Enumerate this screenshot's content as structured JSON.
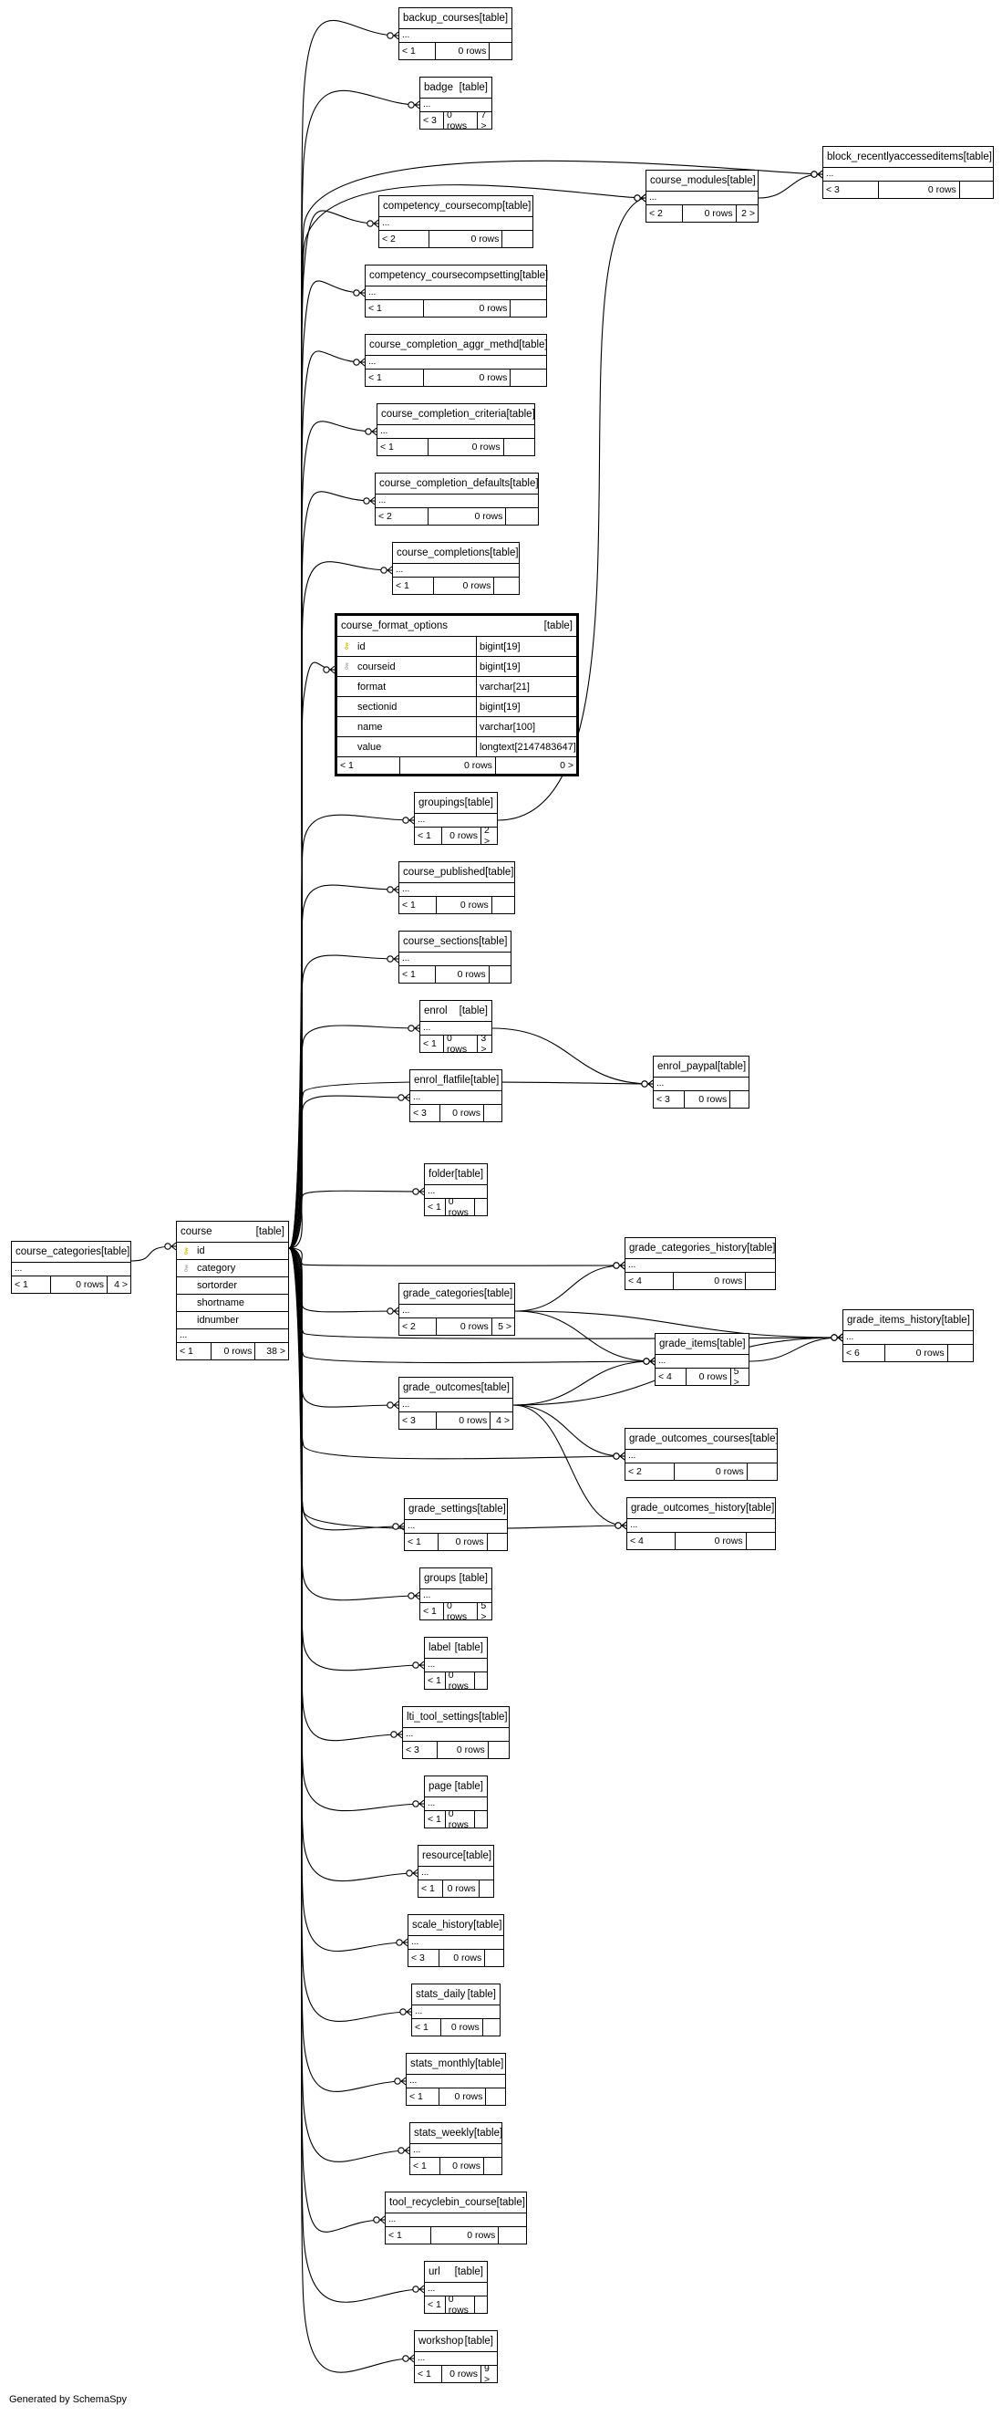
{
  "diagram": {
    "tables": [
      {
        "id": "backup_courses",
        "name": "backup_courses",
        "kind": "[table]",
        "left": "< 1",
        "rows": "0 rows",
        "right": ""
      },
      {
        "id": "badge",
        "name": "badge",
        "kind": "[table]",
        "left": "< 3",
        "rows": "0 rows",
        "right": "7 >"
      },
      {
        "id": "block_recentlyaccesseditems",
        "name": "block_recentlyaccesseditems",
        "kind": "[table]",
        "left": "< 3",
        "rows": "0 rows",
        "right": ""
      },
      {
        "id": "course_modules",
        "name": "course_modules",
        "kind": "[table]",
        "left": "< 2",
        "rows": "0 rows",
        "right": "2 >"
      },
      {
        "id": "competency_coursecomp",
        "name": "competency_coursecomp",
        "kind": "[table]",
        "left": "< 2",
        "rows": "0 rows",
        "right": ""
      },
      {
        "id": "competency_coursecompsetting",
        "name": "competency_coursecompsetting",
        "kind": "[table]",
        "left": "< 1",
        "rows": "0 rows",
        "right": ""
      },
      {
        "id": "course_completion_aggr_methd",
        "name": "course_completion_aggr_methd",
        "kind": "[table]",
        "left": "< 1",
        "rows": "0 rows",
        "right": ""
      },
      {
        "id": "course_completion_criteria",
        "name": "course_completion_criteria",
        "kind": "[table]",
        "left": "< 1",
        "rows": "0 rows",
        "right": ""
      },
      {
        "id": "course_completion_defaults",
        "name": "course_completion_defaults",
        "kind": "[table]",
        "left": "< 2",
        "rows": "0 rows",
        "right": ""
      },
      {
        "id": "course_completions",
        "name": "course_completions",
        "kind": "[table]",
        "left": "< 1",
        "rows": "0 rows",
        "right": ""
      },
      {
        "id": "groupings",
        "name": "groupings",
        "kind": "[table]",
        "left": "< 1",
        "rows": "0 rows",
        "right": "2 >"
      },
      {
        "id": "course_published",
        "name": "course_published",
        "kind": "[table]",
        "left": "< 1",
        "rows": "0 rows",
        "right": ""
      },
      {
        "id": "course_sections",
        "name": "course_sections",
        "kind": "[table]",
        "left": "< 1",
        "rows": "0 rows",
        "right": ""
      },
      {
        "id": "enrol",
        "name": "enrol",
        "kind": "[table]",
        "left": "< 1",
        "rows": "0 rows",
        "right": "3 >"
      },
      {
        "id": "enrol_flatfile",
        "name": "enrol_flatfile",
        "kind": "[table]",
        "left": "< 3",
        "rows": "0 rows",
        "right": ""
      },
      {
        "id": "enrol_paypal",
        "name": "enrol_paypal",
        "kind": "[table]",
        "left": "< 3",
        "rows": "0 rows",
        "right": ""
      },
      {
        "id": "folder",
        "name": "folder",
        "kind": "[table]",
        "left": "< 1",
        "rows": "0 rows",
        "right": ""
      },
      {
        "id": "course_categories",
        "name": "course_categories",
        "kind": "[table]",
        "left": "< 1",
        "rows": "0 rows",
        "right": "4 >"
      },
      {
        "id": "grade_categories_history",
        "name": "grade_categories_history",
        "kind": "[table]",
        "left": "< 4",
        "rows": "0 rows",
        "right": ""
      },
      {
        "id": "grade_categories",
        "name": "grade_categories",
        "kind": "[table]",
        "left": "< 2",
        "rows": "0 rows",
        "right": "5 >"
      },
      {
        "id": "grade_items_history",
        "name": "grade_items_history",
        "kind": "[table]",
        "left": "< 6",
        "rows": "0 rows",
        "right": ""
      },
      {
        "id": "grade_items",
        "name": "grade_items",
        "kind": "[table]",
        "left": "< 4",
        "rows": "0 rows",
        "right": "5 >"
      },
      {
        "id": "grade_outcomes",
        "name": "grade_outcomes",
        "kind": "[table]",
        "left": "< 3",
        "rows": "0 rows",
        "right": "4 >"
      },
      {
        "id": "grade_outcomes_courses",
        "name": "grade_outcomes_courses",
        "kind": "[table]",
        "left": "< 2",
        "rows": "0 rows",
        "right": ""
      },
      {
        "id": "grade_outcomes_history",
        "name": "grade_outcomes_history",
        "kind": "[table]",
        "left": "< 4",
        "rows": "0 rows",
        "right": ""
      },
      {
        "id": "grade_settings",
        "name": "grade_settings",
        "kind": "[table]",
        "left": "< 1",
        "rows": "0 rows",
        "right": ""
      },
      {
        "id": "groups",
        "name": "groups",
        "kind": "[table]",
        "left": "< 1",
        "rows": "0 rows",
        "right": "5 >"
      },
      {
        "id": "label",
        "name": "label",
        "kind": "[table]",
        "left": "< 1",
        "rows": "0 rows",
        "right": ""
      },
      {
        "id": "lti_tool_settings",
        "name": "lti_tool_settings",
        "kind": "[table]",
        "left": "< 3",
        "rows": "0 rows",
        "right": ""
      },
      {
        "id": "page",
        "name": "page",
        "kind": "[table]",
        "left": "< 1",
        "rows": "0 rows",
        "right": ""
      },
      {
        "id": "resource",
        "name": "resource",
        "kind": "[table]",
        "left": "< 1",
        "rows": "0 rows",
        "right": ""
      },
      {
        "id": "scale_history",
        "name": "scale_history",
        "kind": "[table]",
        "left": "< 3",
        "rows": "0 rows",
        "right": ""
      },
      {
        "id": "stats_daily",
        "name": "stats_daily",
        "kind": "[table]",
        "left": "< 1",
        "rows": "0 rows",
        "right": ""
      },
      {
        "id": "stats_monthly",
        "name": "stats_monthly",
        "kind": "[table]",
        "left": "< 1",
        "rows": "0 rows",
        "right": ""
      },
      {
        "id": "stats_weekly",
        "name": "stats_weekly",
        "kind": "[table]",
        "left": "< 1",
        "rows": "0 rows",
        "right": ""
      },
      {
        "id": "tool_recyclebin_course",
        "name": "tool_recyclebin_course",
        "kind": "[table]",
        "left": "< 1",
        "rows": "0 rows",
        "right": ""
      },
      {
        "id": "url",
        "name": "url",
        "kind": "[table]",
        "left": "< 1",
        "rows": "0 rows",
        "right": ""
      },
      {
        "id": "workshop",
        "name": "workshop",
        "kind": "[table]",
        "left": "< 1",
        "rows": "0 rows",
        "right": "9 >"
      }
    ],
    "course": {
      "name": "course",
      "kind": "[table]",
      "columns": [
        {
          "name": "id",
          "key": "pk"
        },
        {
          "name": "category",
          "key": "fk"
        },
        {
          "name": "sortorder",
          "key": "none"
        },
        {
          "name": "shortname",
          "key": "none"
        },
        {
          "name": "idnumber",
          "key": "none"
        }
      ],
      "left": "< 1",
      "rows": "0 rows",
      "right": "38 >"
    },
    "focus": {
      "name": "course_format_options",
      "kind": "[table]",
      "columns": [
        {
          "name": "id",
          "type": "bigint[19]",
          "key": "pk"
        },
        {
          "name": "courseid",
          "type": "bigint[19]",
          "key": "fk"
        },
        {
          "name": "format",
          "type": "varchar[21]",
          "key": "none"
        },
        {
          "name": "sectionid",
          "type": "bigint[19]",
          "key": "none"
        },
        {
          "name": "name",
          "type": "varchar[100]",
          "key": "none"
        },
        {
          "name": "value",
          "type": "longtext[2147483647]",
          "key": "none"
        }
      ],
      "left": "< 1",
      "rows": "0 rows",
      "right": "0 >"
    },
    "ellipsis": "...",
    "key_pk_icon": "key-icon-gold",
    "key_fk_icon": "key-icon-grey",
    "credit": "Generated by SchemaSpy"
  }
}
